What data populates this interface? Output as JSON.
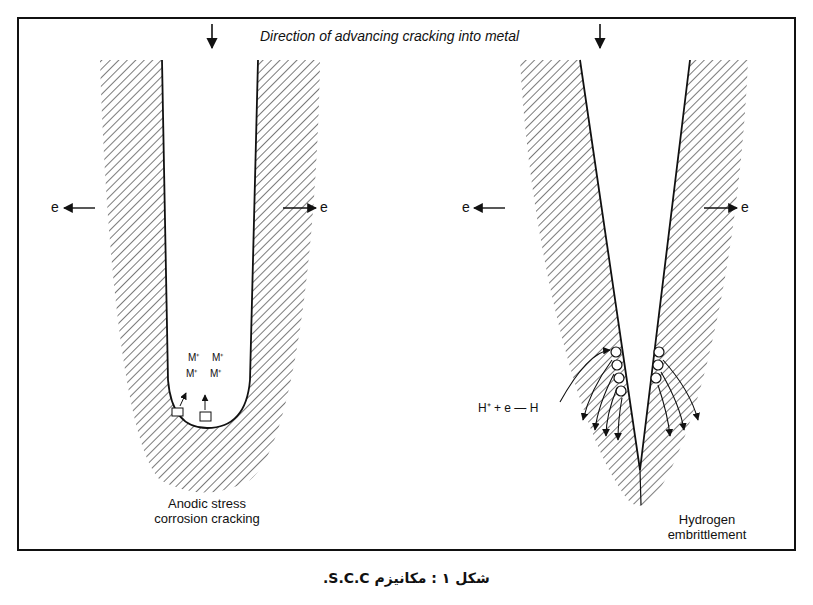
{
  "diagram": {
    "caption": "شکل ۱ : مکانیزم S.C.C.",
    "labels": [
      "Direction of advancing cracking into metal",
      "e",
      "e",
      "e",
      "e",
      "M⁺",
      "M⁺",
      "M⁺",
      "M⁺",
      "Anodic stress corrosion cracking",
      "H⁺ + e — H",
      "Hydrogen embrittlement"
    ]
  }
}
